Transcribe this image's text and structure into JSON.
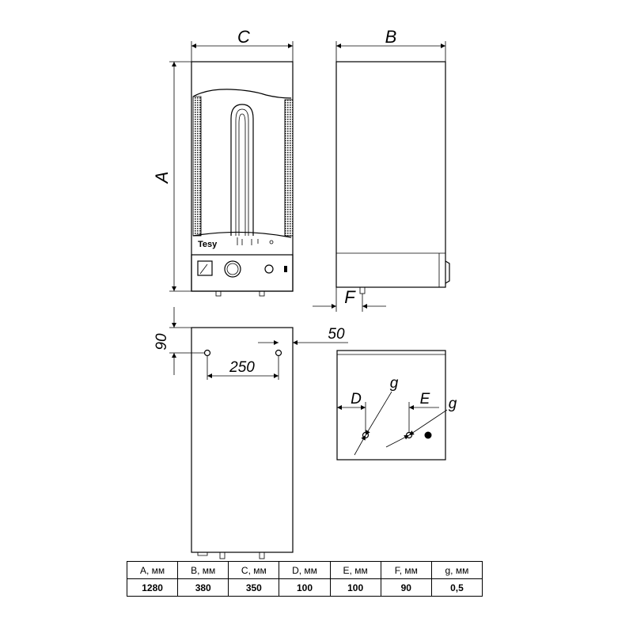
{
  "labels": {
    "dim_a": "A",
    "dim_b": "B",
    "dim_c": "C",
    "dim_d": "D",
    "dim_e": "E",
    "dim_f": "F",
    "dim_g1": "g",
    "dim_g2": "g",
    "dim_90": "90",
    "dim_250": "250",
    "dim_50": "50"
  },
  "brand": "Tesy",
  "table": {
    "headers": [
      "A, мм",
      "B, мм",
      "C, мм",
      "D, мм",
      "E, мм",
      "F, мм",
      "g, мм"
    ],
    "values": [
      "1280",
      "380",
      "350",
      "100",
      "100",
      "90",
      "0,5"
    ]
  }
}
